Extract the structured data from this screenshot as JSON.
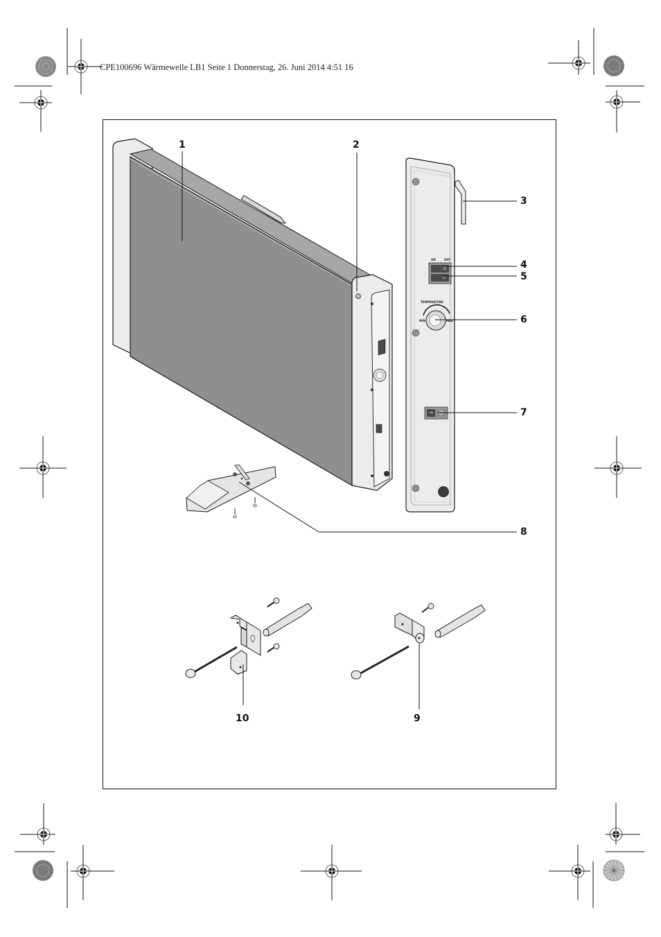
{
  "header": {
    "text": "CPE100696 Wärmewelle LB1  Seite 1  Donnerstag, 26. Juni 2014  4:51 16"
  },
  "callouts": [
    {
      "id": "1",
      "label": "1"
    },
    {
      "id": "2",
      "label": "2"
    },
    {
      "id": "3",
      "label": "3"
    },
    {
      "id": "4",
      "label": "4"
    },
    {
      "id": "5",
      "label": "5"
    },
    {
      "id": "6",
      "label": "6"
    },
    {
      "id": "7",
      "label": "7"
    },
    {
      "id": "8",
      "label": "8"
    },
    {
      "id": "9",
      "label": "9"
    },
    {
      "id": "10",
      "label": "10"
    }
  ],
  "control_panel": {
    "switch_on": "ON",
    "switch_off": "OFF",
    "thermostat_label": "TEMPERATURE",
    "thermostat_min": "MIN",
    "thermostat_max": "MAX"
  },
  "colors": {
    "panel_gray": "#8e8f91",
    "panel_top": "#a4a5a7",
    "frame_light": "#ebebec",
    "outline": "#1a1a1a",
    "dark_knob": "#3a3a3a",
    "switch_dark": "#4a4a4a"
  },
  "icons": {
    "registration_mark": "crosshair-target-icon",
    "color_calibration": "starburst-calibration-icon"
  }
}
